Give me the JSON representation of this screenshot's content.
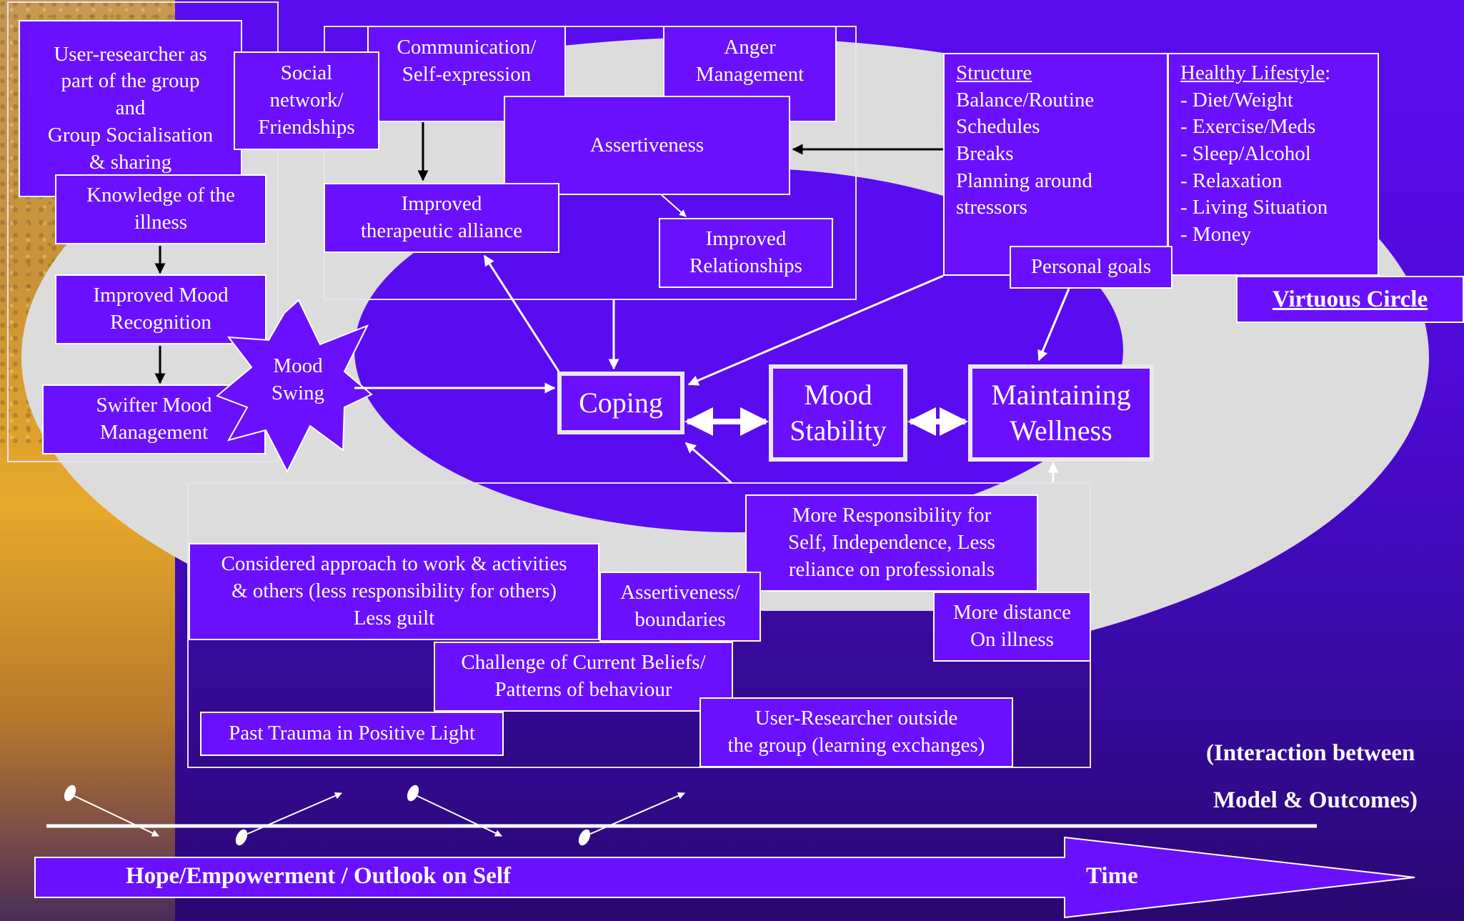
{
  "nodes": {
    "user_researcher_group": [
      "User-researcher as",
      "part of the group",
      "and",
      "Group Socialisation",
      "& sharing"
    ],
    "social_network": [
      "Social",
      "network/",
      "Friendships"
    ],
    "communication": [
      "Communication/",
      "Self-expression"
    ],
    "anger_management": [
      "Anger",
      "Management"
    ],
    "assertiveness": "Assertiveness",
    "improved_therapeutic_alliance": [
      "Improved",
      "therapeutic alliance"
    ],
    "improved_relationships": [
      "Improved",
      "Relationships"
    ],
    "knowledge_of_illness": [
      "Knowledge of the",
      "illness"
    ],
    "improved_mood_recognition": [
      "Improved Mood",
      "Recognition"
    ],
    "swifter_mood_management": [
      "Swifter Mood",
      "Management"
    ],
    "mood_swing": [
      "Mood",
      "Swing"
    ],
    "structure": {
      "title": "Structure",
      "items": [
        "Balance/Routine",
        "Schedules",
        "Breaks",
        "Planning around",
        "stressors"
      ]
    },
    "healthy_lifestyle": {
      "title": "Healthy Lifestyle",
      "suffix": ":",
      "items": [
        "- Diet/Weight",
        "- Exercise/Meds",
        "- Sleep/Alcohol",
        "- Relaxation",
        "- Living Situation",
        "- Money"
      ]
    },
    "personal_goals": "Personal goals",
    "virtuous_circle": "Virtuous Circle",
    "coping": "Coping",
    "mood_stability": [
      "Mood",
      "Stability"
    ],
    "maintaining_wellness": [
      "Maintaining",
      "Wellness"
    ],
    "more_responsibility": [
      "More Responsibility for",
      "Self, Independence, Less",
      "reliance on professionals"
    ],
    "considered_approach": [
      "Considered approach to work & activities",
      "& others (less responsibility for others)",
      "Less guilt"
    ],
    "assertiveness_boundaries": [
      "Assertiveness/",
      "boundaries"
    ],
    "more_distance": [
      "More distance",
      "On illness"
    ],
    "challenge_beliefs": [
      "Challenge of Current Beliefs/",
      "Patterns of behaviour"
    ],
    "past_trauma": "Past Trauma in Positive Light",
    "user_researcher_outside": [
      "User-Researcher outside",
      "the group (learning exchanges)"
    ]
  },
  "interaction_note": [
    "(Interaction between",
    "Model & Outcomes)"
  ],
  "timeline": {
    "label": "Hope/Empowerment / Outlook on Self",
    "end_label": "Time"
  },
  "colors": {
    "box_fill": "#6a10ff",
    "box_border": "#ffffff",
    "ellipse": "#dcdcdc",
    "background": "#4f0ad8",
    "gold_strip": "#e8a92a"
  }
}
